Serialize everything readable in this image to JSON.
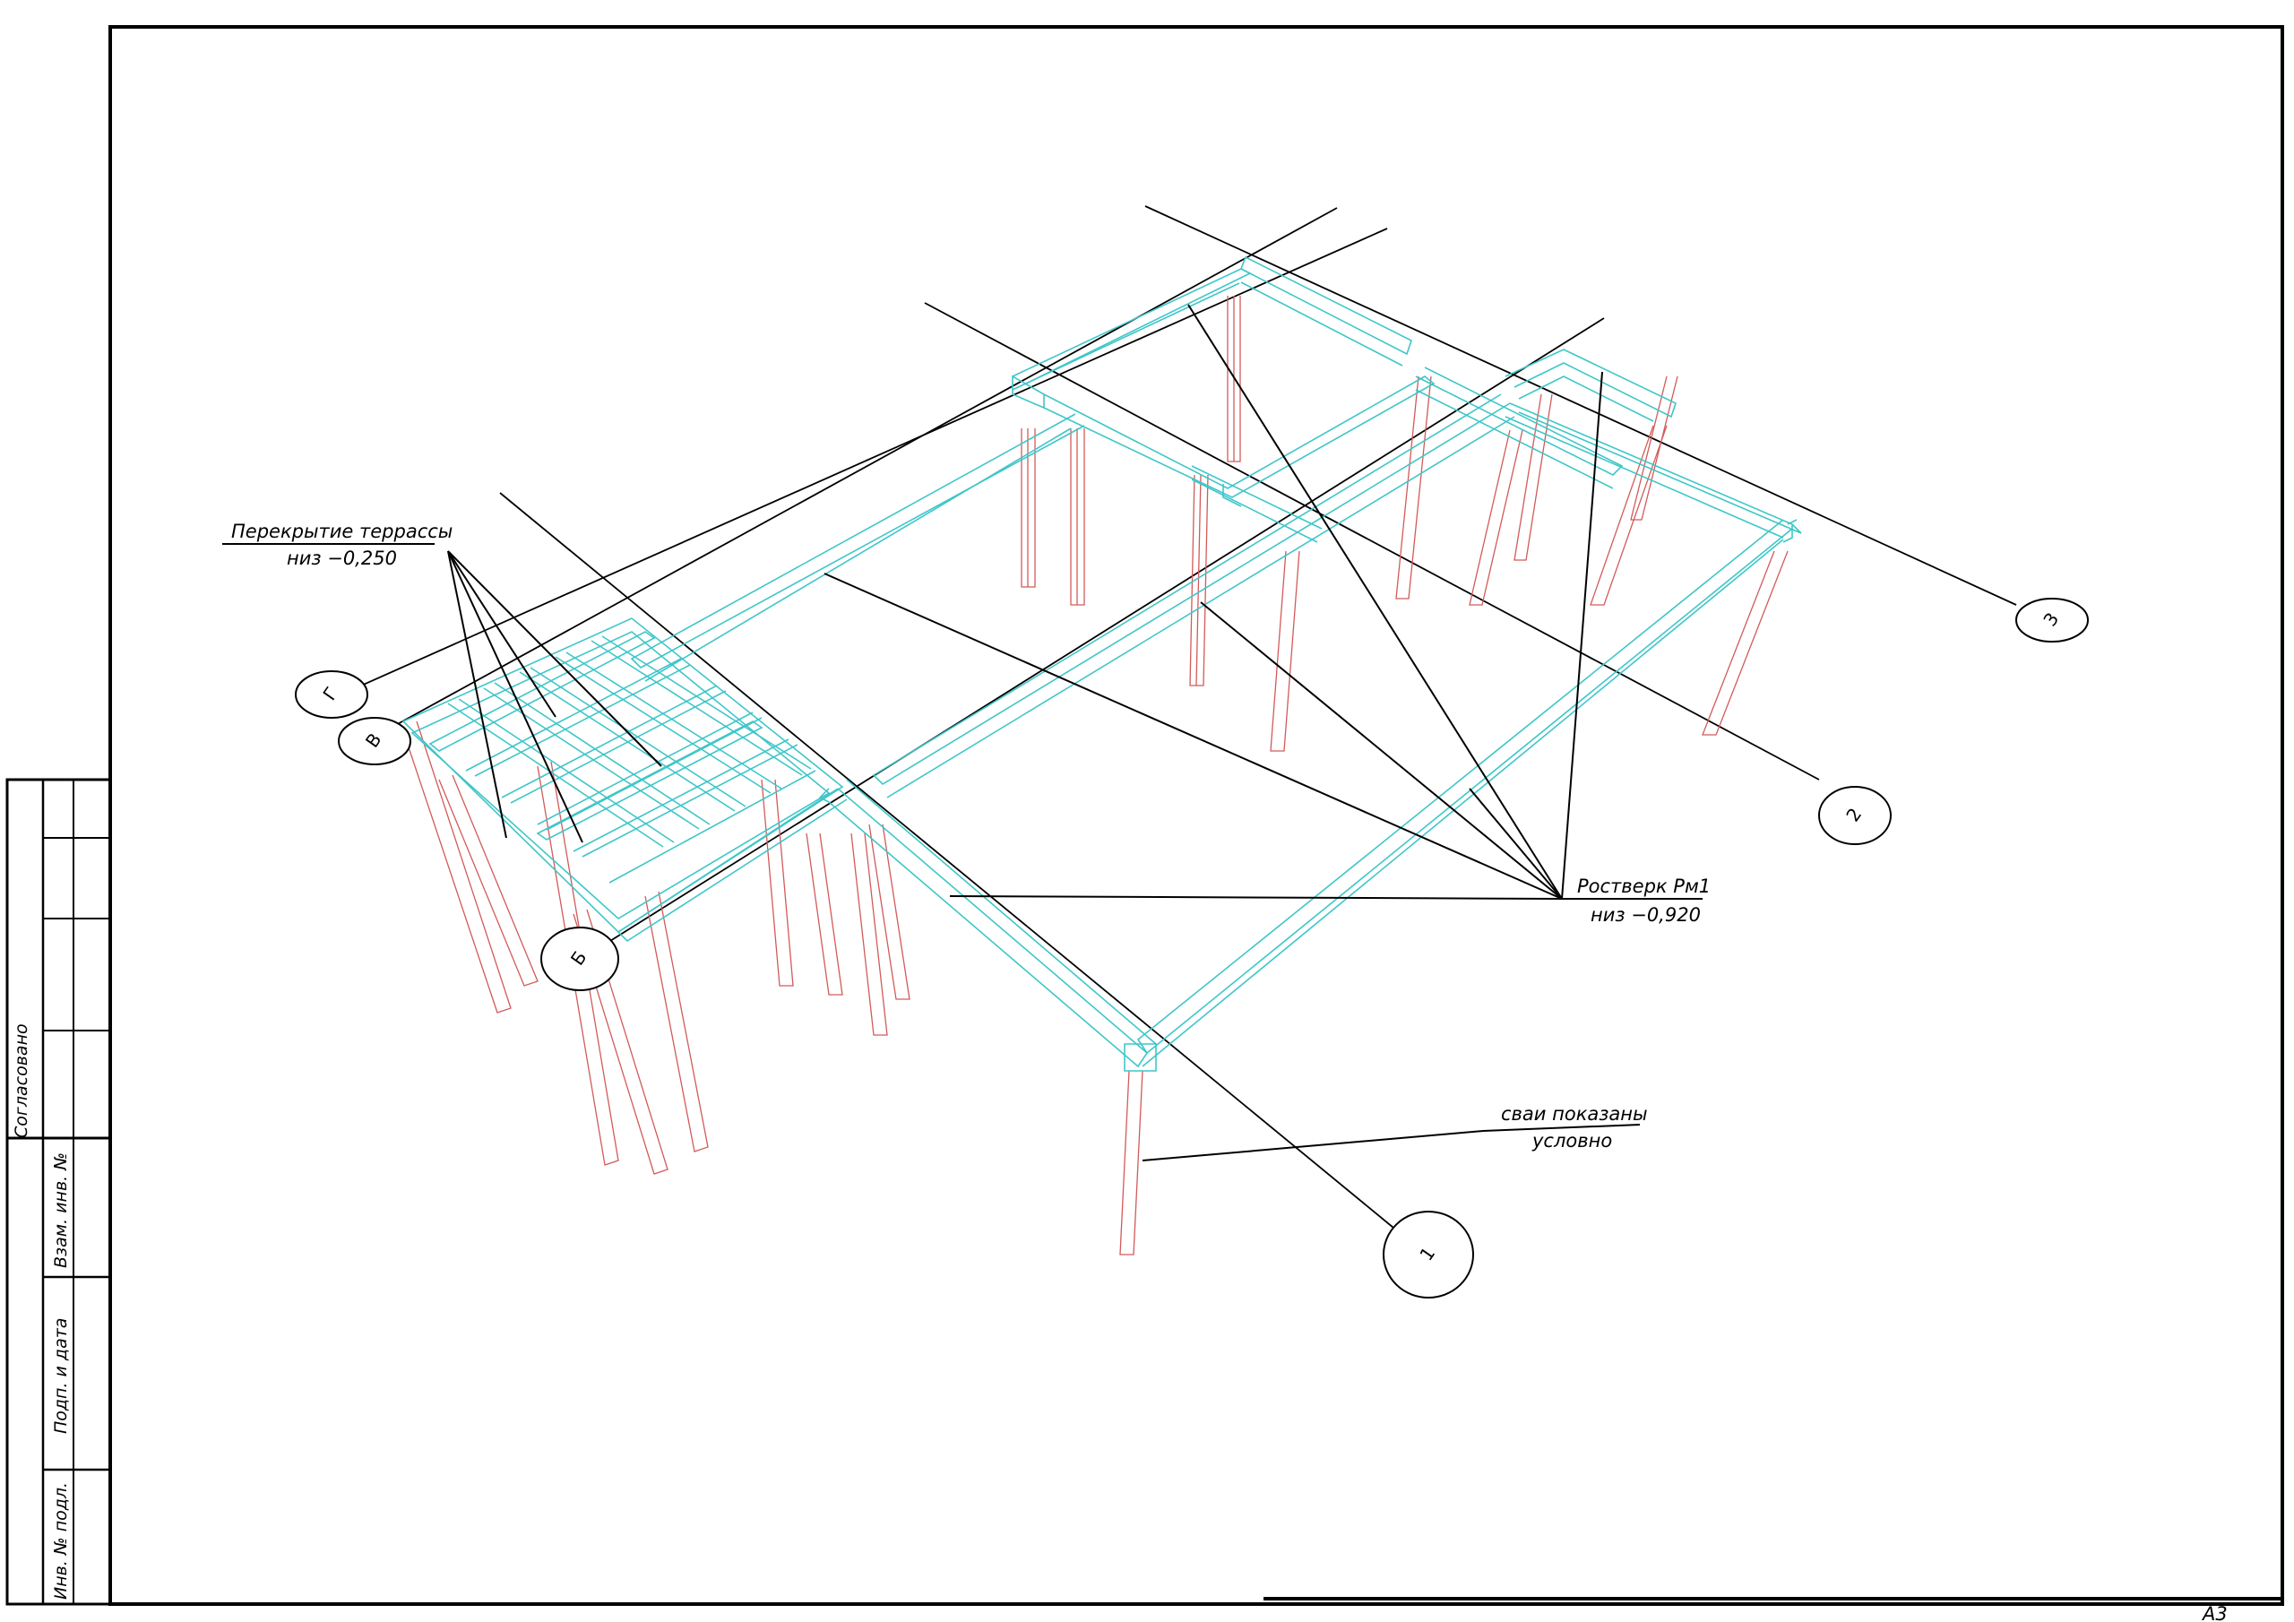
{
  "side_stamp": {
    "agreed": "Согласовано",
    "ref_inv_no": "Взам. инв. №",
    "sign_date": "Подп. и дата",
    "orig_inv_no": "Инв. № подл."
  },
  "callouts": {
    "terrace_slab": {
      "line1": "Перекрытие террассы",
      "line2": "низ −0,250"
    },
    "grillage": {
      "line1": "Ростверк Рм1",
      "line2": "низ −0,920"
    },
    "piles_note": {
      "line1": "сваи показаны",
      "line2": "условно"
    }
  },
  "axes": [
    {
      "id": "1",
      "label": "1"
    },
    {
      "id": "2",
      "label": "2"
    },
    {
      "id": "3",
      "label": "3"
    },
    {
      "id": "B",
      "label": "Б"
    },
    {
      "id": "V",
      "label": "В"
    },
    {
      "id": "G",
      "label": "Г"
    }
  ],
  "sheet_format": "А3",
  "colors": {
    "grillage": "#3fc6c8",
    "piles": "#d25a5a",
    "lines": "#000000"
  }
}
